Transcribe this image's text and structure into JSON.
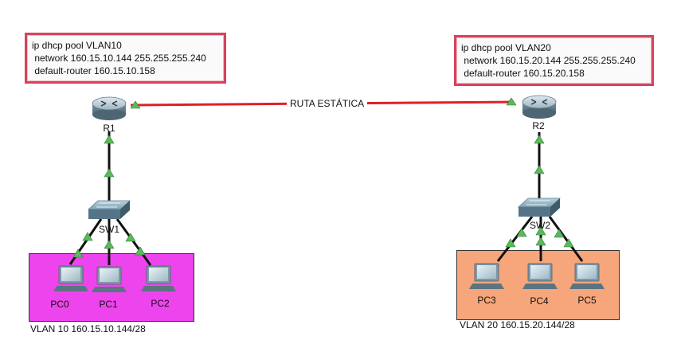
{
  "notes": {
    "r1": {
      "line1": "ip dhcp pool VLAN10",
      "line2": " network 160.15.10.144 255.255.255.240",
      "line3": " default-router 160.15.10.158"
    },
    "r2": {
      "line1": "ip dhcp pool VLAN20",
      "line2": " network 160.15.20.144 255.255.255.240",
      "line3": " default-router 160.15.20.158"
    }
  },
  "link_label": "RUTA ESTÁTICA",
  "routers": {
    "r1": "R1",
    "r2": "R2"
  },
  "switches": {
    "sw1": "SW1",
    "sw2": "SW2"
  },
  "pcs": {
    "pc0": "PC0",
    "pc1": "PC1",
    "pc2": "PC2",
    "pc3": "PC3",
    "pc4": "PC4",
    "pc5": "PC5"
  },
  "areas": {
    "vlan10": {
      "label": "VLAN 10 160.15.10.144/28",
      "color": "#ee44ee"
    },
    "vlan20": {
      "label": "VLAN 20 160.15.20.144/28",
      "color": "#f6a67a"
    }
  },
  "colors": {
    "serial_link": "#e0202a",
    "link_up": "#5cb85c",
    "note_border": "#d6435d"
  }
}
